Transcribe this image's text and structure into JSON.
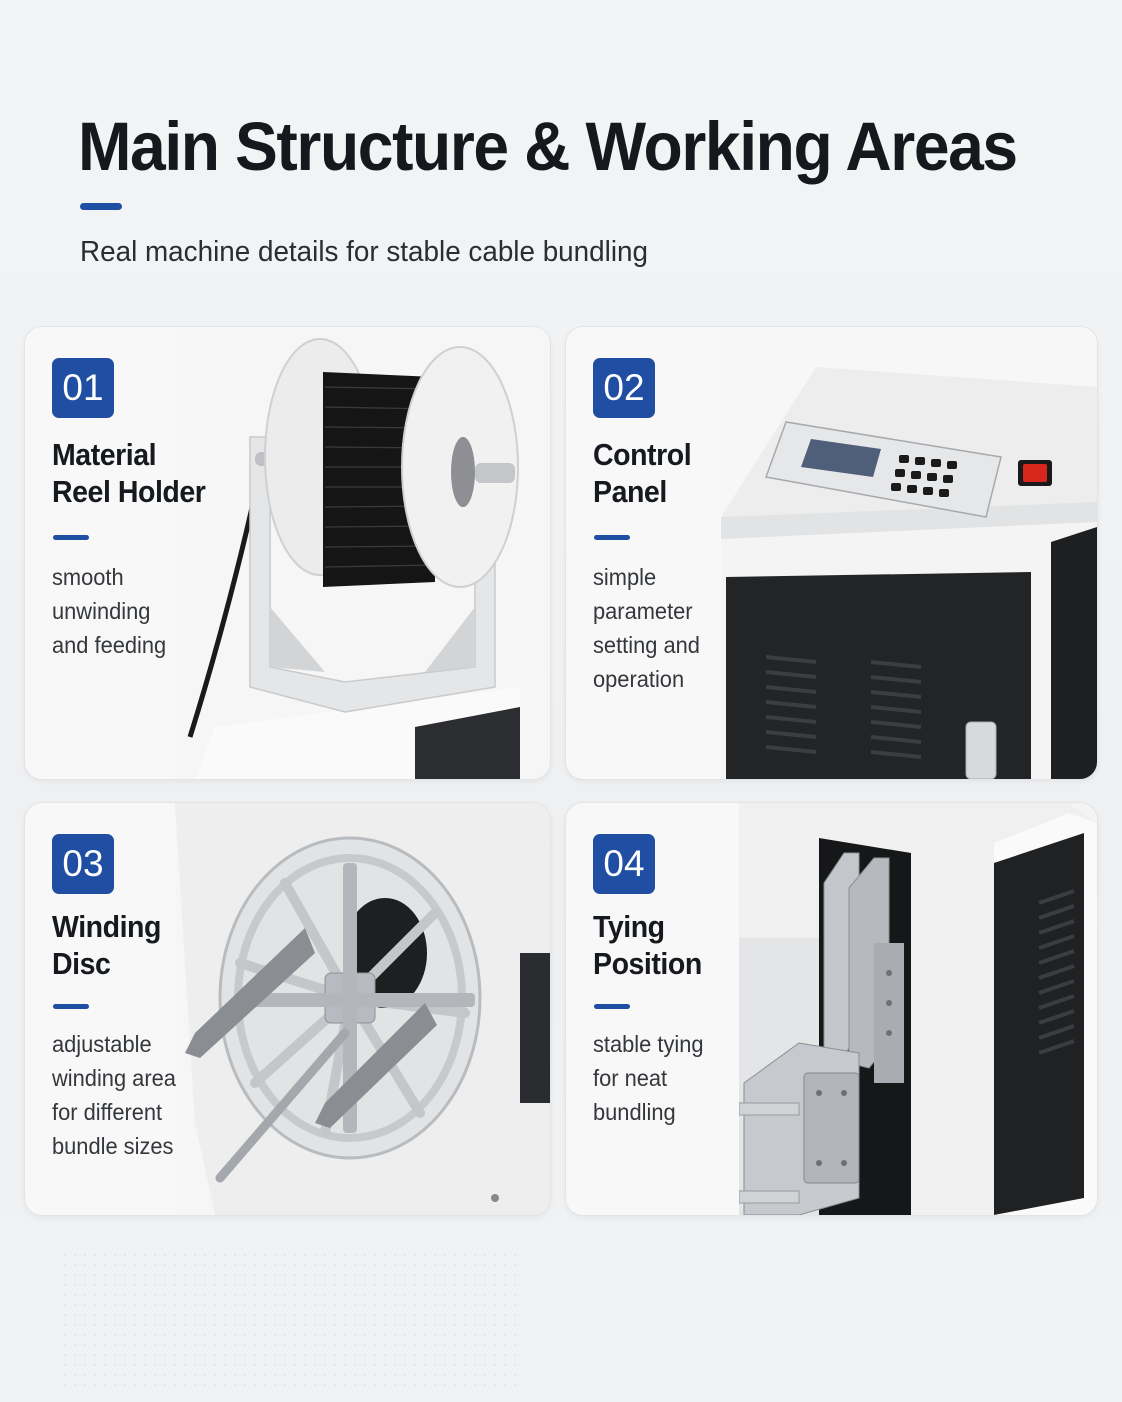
{
  "header": {
    "title": "Main Structure & Working Areas",
    "subtitle": "Real machine details for stable cable bundling"
  },
  "colors": {
    "accent": "#1f4ea3",
    "text": "#16191d",
    "card_bg": "#f8f8f8"
  },
  "cards": [
    {
      "number": "01",
      "title_line1": "Material",
      "title_line2": "Reel Holder",
      "desc": [
        "smooth",
        "unwinding",
        "and feeding"
      ],
      "image": "cable-reel-holder-photo"
    },
    {
      "number": "02",
      "title_line1": "Control",
      "title_line2": "Panel",
      "desc": [
        "simple",
        "parameter",
        "setting and",
        "operation"
      ],
      "image": "control-panel-photo"
    },
    {
      "number": "03",
      "title_line1": "Winding",
      "title_line2": "Disc",
      "desc": [
        "adjustable",
        "winding area",
        "for different",
        "bundle sizes"
      ],
      "image": "winding-disc-photo"
    },
    {
      "number": "04",
      "title_line1": "Tying",
      "title_line2": "Position",
      "desc": [
        "stable tying",
        "for neat",
        "bundling"
      ],
      "image": "tying-position-photo"
    }
  ]
}
